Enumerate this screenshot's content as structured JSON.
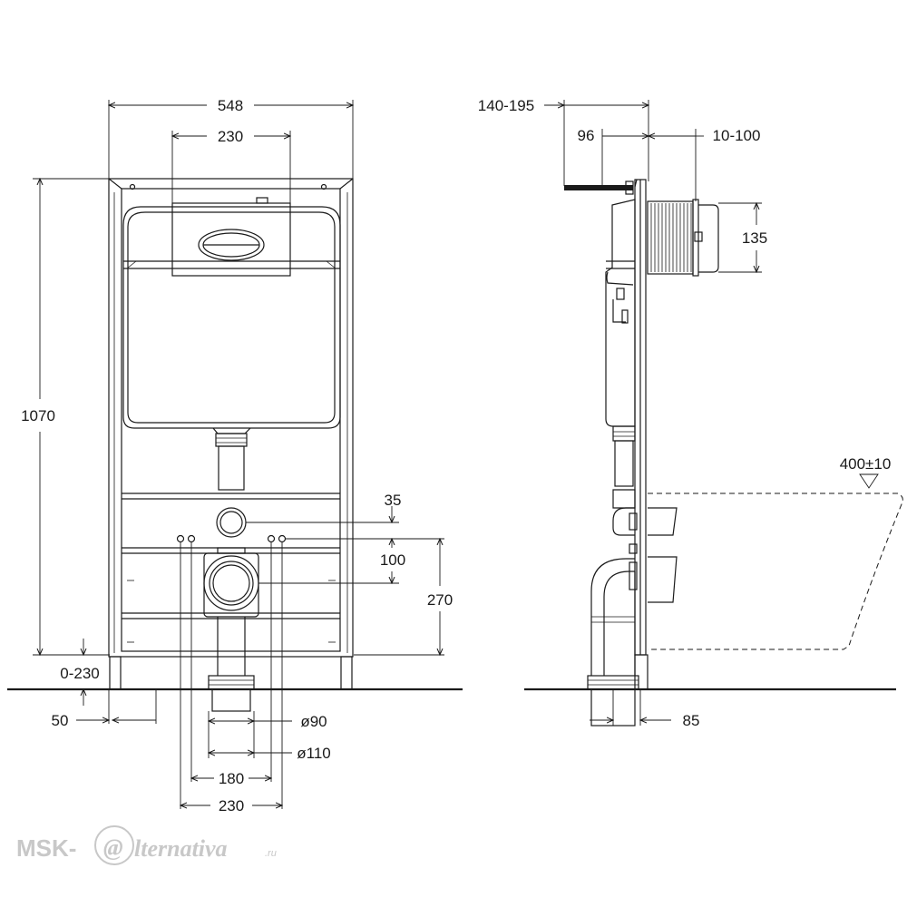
{
  "front_view": {
    "width_overall": "548",
    "button_width": "230",
    "height_overall": "1070",
    "leg_adjust": "0-230",
    "leg_width": "50",
    "button_offset": "35",
    "inlet_offset": "100",
    "outlet_height": "270",
    "drain_d90": "ø90",
    "drain_d110": "ø110",
    "bolt_spacing_inner": "180",
    "bolt_spacing_outer": "230"
  },
  "side_view": {
    "depth_range": "140-195",
    "depth_96": "96",
    "wall_range": "10-100",
    "button_height": "135",
    "bowl_height": "400±10",
    "outlet_offset": "85"
  },
  "watermark": {
    "brand_prefix": "MSK-",
    "brand_at": "@",
    "brand_suffix": "lternativa",
    "brand_domain": ".ru"
  }
}
